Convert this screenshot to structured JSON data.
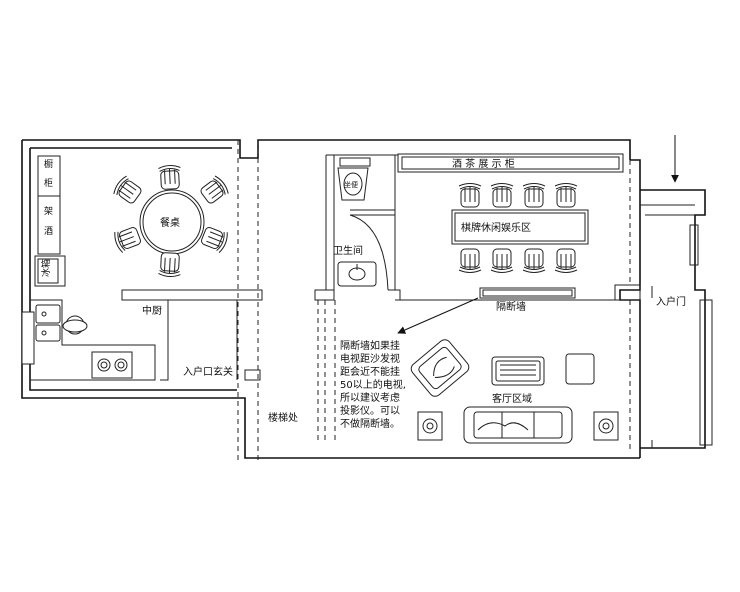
{
  "labels": {
    "dining": "餐桌",
    "bathroom": "卫生间",
    "middle_kitchen": "中厨",
    "foyer": "入户口玄关",
    "stairs": "楼梯处",
    "partition_wall": "隔断墙",
    "entrance_door": "入户门",
    "living_area": "客厅区域",
    "wine_tea_display": "酒 茶 展 示 柜",
    "chess_area": "棋牌休闲娱乐区",
    "toilet_tag": "坐便",
    "cabinet_1": "橱",
    "cabinet_2": "柜",
    "shelf_1": "架",
    "shelf_2": "酒",
    "fridge": "冰箱"
  },
  "note_lines": [
    "隔断墙如果挂",
    "电视距沙发视",
    "距会近不能挂",
    "50以上的电视,",
    "所以建议考虑",
    "投影仪。可以",
    "不做隔断墙。"
  ],
  "icons": [
    "dining-chair-icon",
    "sofa-icon",
    "armchair-icon",
    "side-table-icon",
    "sink-icon",
    "stove-icon",
    "toilet-icon",
    "washbasin-icon",
    "entry-arrow-icon",
    "annotation-arrow-icon"
  ]
}
